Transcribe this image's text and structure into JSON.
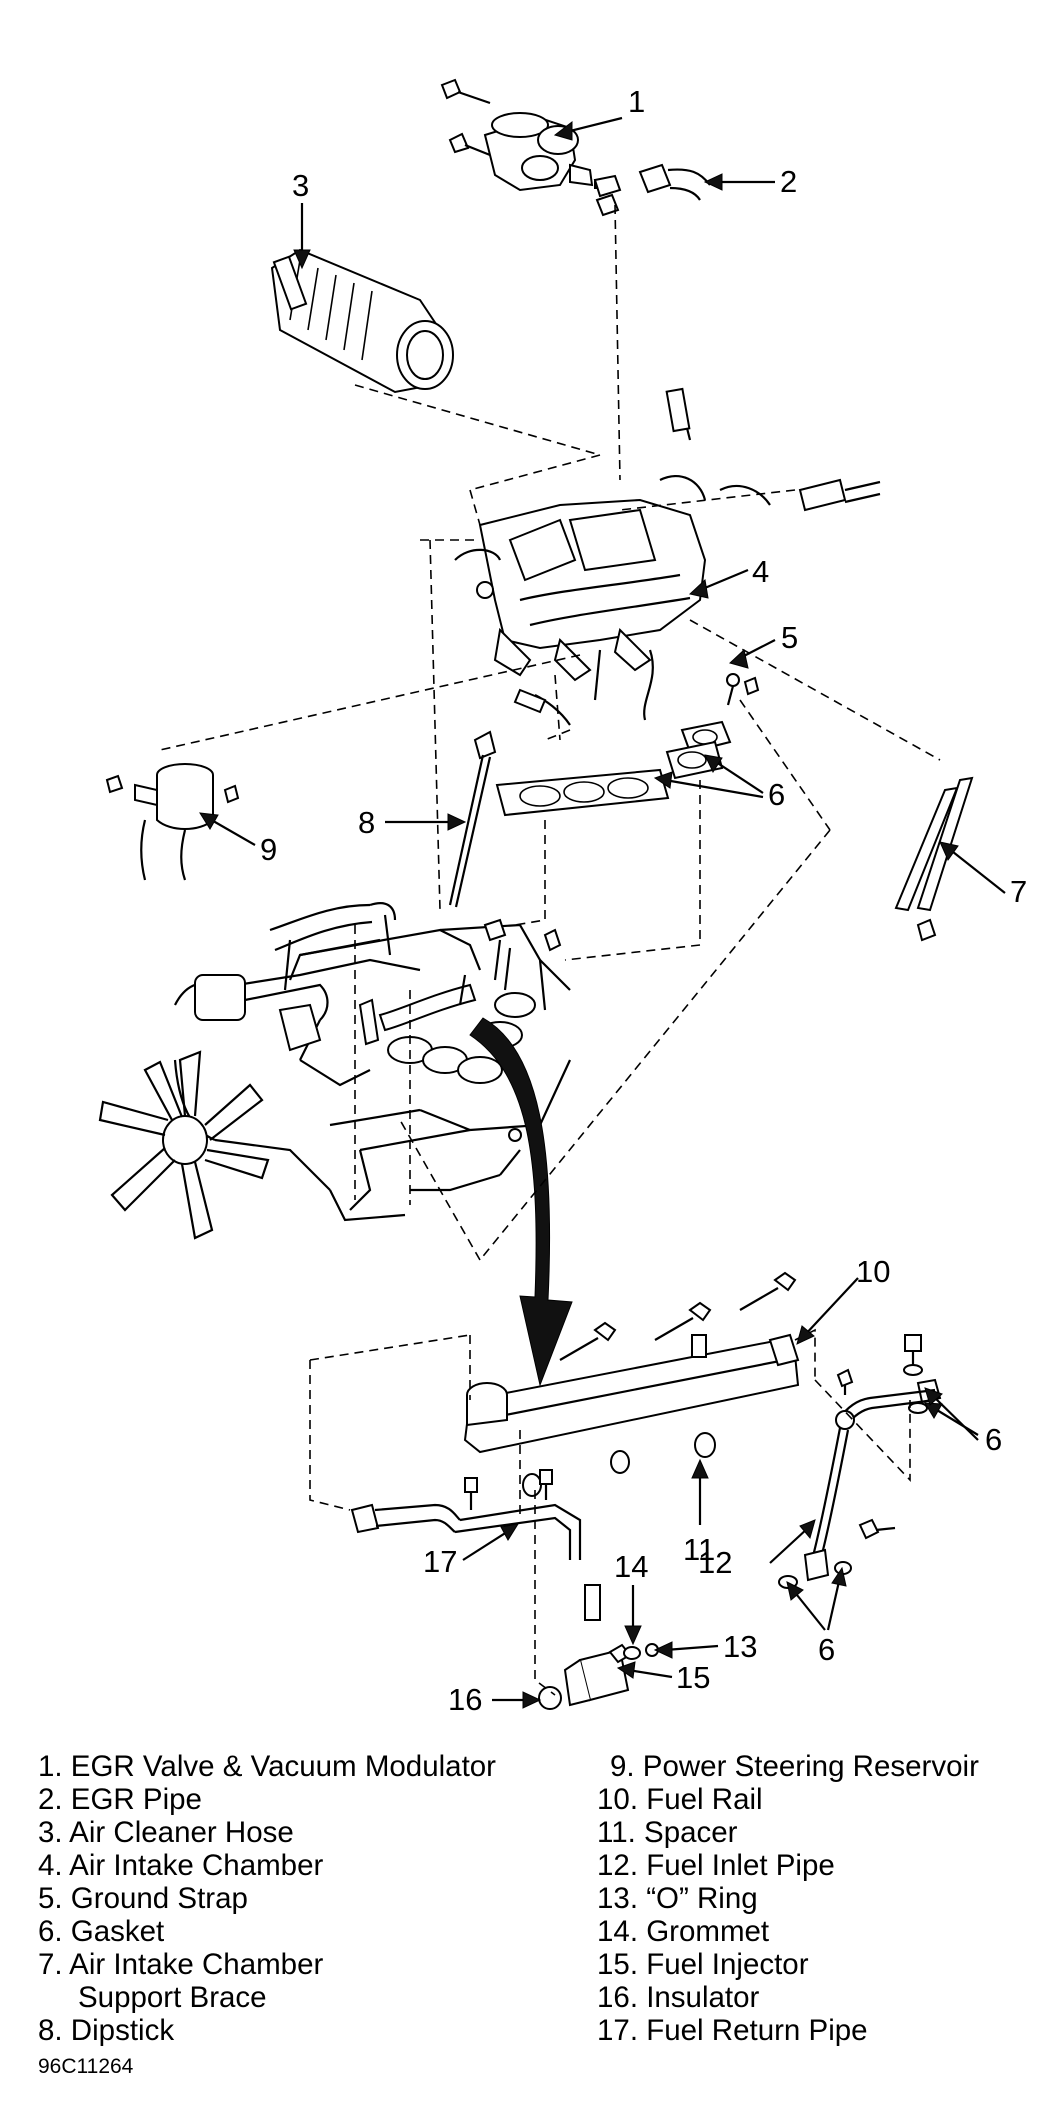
{
  "diagram": {
    "callouts": [
      "1",
      "2",
      "3",
      "4",
      "5",
      "6",
      "7",
      "8",
      "9",
      "10",
      "11",
      "12",
      "13",
      "14",
      "15",
      "16",
      "17",
      "6",
      "6"
    ],
    "legend_left": [
      "1. EGR Valve & Vacuum Modulator",
      "2. EGR Pipe",
      "3. Air Cleaner Hose",
      "4. Air Intake Chamber",
      "5. Ground Strap",
      "6. Gasket",
      "7. Air Intake Chamber",
      "Support Brace",
      "8. Dipstick"
    ],
    "legend_right": [
      "9. Power Steering Reservoir",
      "10. Fuel Rail",
      "11. Spacer",
      "12. Fuel Inlet Pipe",
      "13. “O” Ring",
      "14. Grommet",
      "15. Fuel Injector",
      "16. Insulator",
      "17. Fuel Return Pipe"
    ],
    "figure_code": "96C11264"
  }
}
